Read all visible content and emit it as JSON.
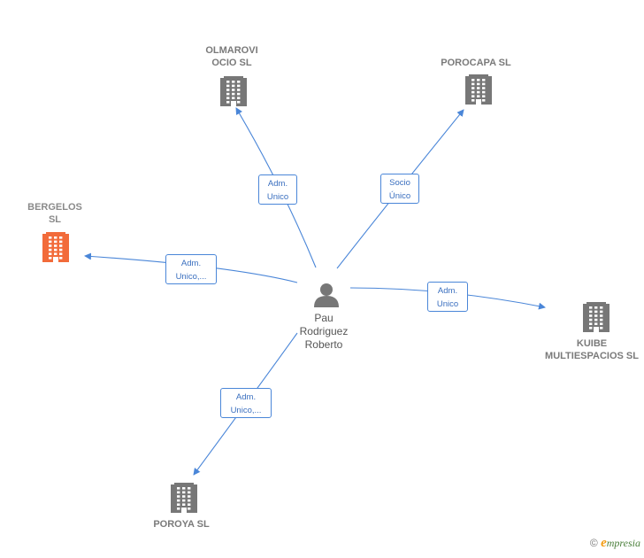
{
  "center_person": {
    "name_lines": [
      "Pau",
      "Rodriguez",
      "Roberto"
    ]
  },
  "companies": [
    {
      "id": "olmarovi",
      "lines": [
        "OLMAROVI",
        "OCIO SL"
      ],
      "highlight": false
    },
    {
      "id": "porocapa",
      "lines": [
        "POROCAPA  SL"
      ],
      "highlight": false
    },
    {
      "id": "bergelos",
      "lines": [
        "BERGELOS",
        "SL"
      ],
      "highlight": true
    },
    {
      "id": "kuibe",
      "lines": [
        "KUIBE",
        "MULTIESPACIOS SL"
      ],
      "highlight": false
    },
    {
      "id": "poroya",
      "lines": [
        "POROYA  SL"
      ],
      "highlight": false
    }
  ],
  "relations": [
    {
      "to": "olmarovi",
      "role_lines": [
        "Adm.",
        "Unico"
      ]
    },
    {
      "to": "porocapa",
      "role_lines": [
        "Socio",
        "Único"
      ]
    },
    {
      "to": "bergelos",
      "role_lines": [
        "Adm.",
        "Unico,..."
      ]
    },
    {
      "to": "kuibe",
      "role_lines": [
        "Adm.",
        "Unico"
      ]
    },
    {
      "to": "poroya",
      "role_lines": [
        "Adm.",
        "Unico,..."
      ]
    }
  ],
  "colors": {
    "edge": "#4a86d8",
    "building": "#777777",
    "building_highlight": "#f26b3a",
    "person": "#777777"
  },
  "brand": {
    "copyright": "©",
    "initial": "e",
    "rest": "mpresia"
  }
}
